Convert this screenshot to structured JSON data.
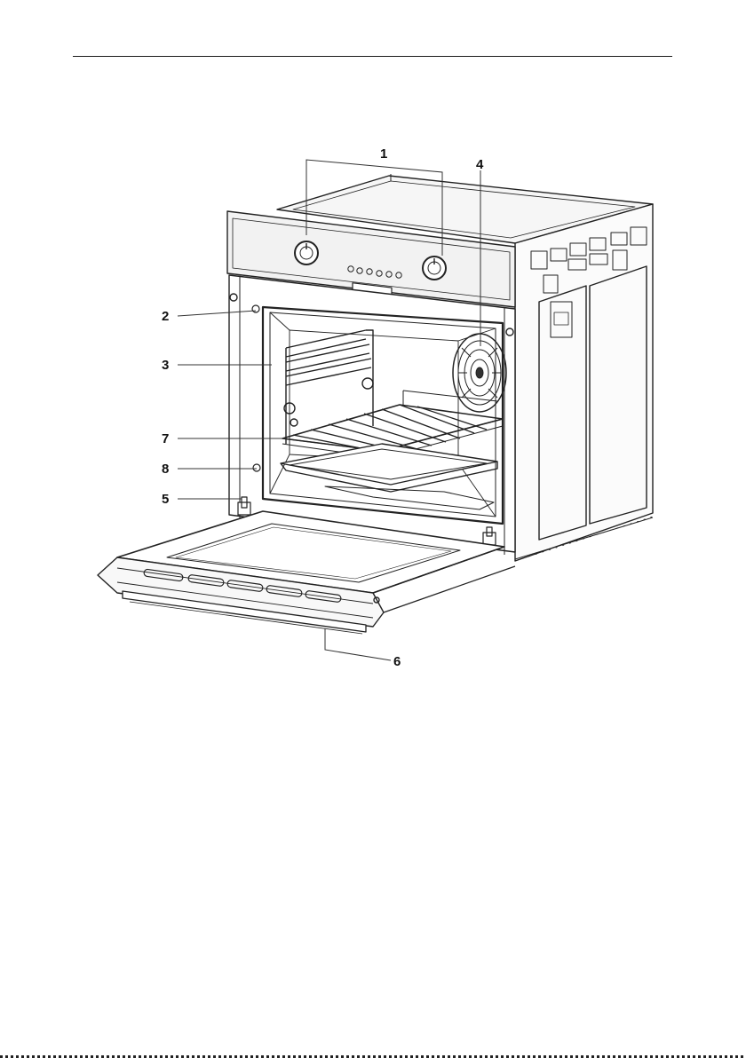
{
  "figure": {
    "callouts": [
      "1",
      "2",
      "3",
      "4",
      "5",
      "6",
      "7",
      "8"
    ]
  }
}
